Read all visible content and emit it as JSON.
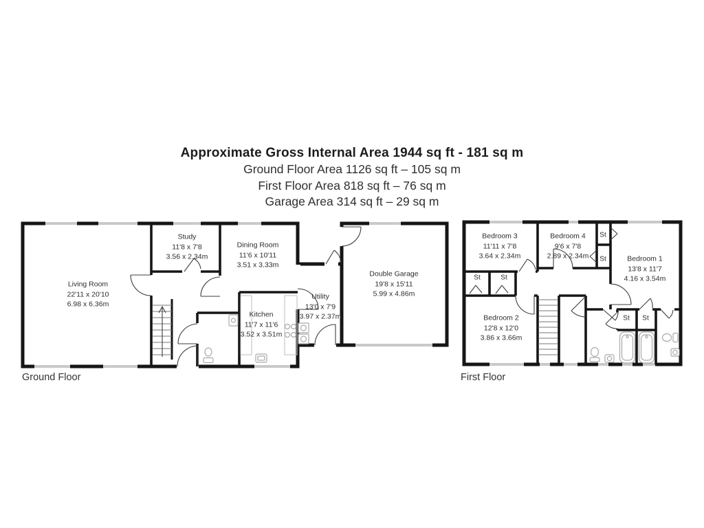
{
  "header": {
    "title": "Approximate Gross Internal Area 1944 sq ft - 181 sq m",
    "lines": [
      "Ground Floor Area 1126 sq ft – 105 sq m",
      "First Floor Area 818 sq ft – 76 sq m",
      "Garage Area 314 sq ft – 29 sq m"
    ]
  },
  "ground_floor": {
    "caption": "Ground Floor",
    "rooms": {
      "living_room": {
        "name": "Living Room",
        "imperial": "22'11 x 20'10",
        "metric": "6.98 x 6.36m"
      },
      "study": {
        "name": "Study",
        "imperial": "11'8 x 7'8",
        "metric": "3.56 x 2.34m"
      },
      "dining_room": {
        "name": "Dining Room",
        "imperial": "11'6 x 10'11",
        "metric": "3.51 x 3.33m"
      },
      "kitchen": {
        "name": "Kitchen",
        "imperial": "11'7 x 11'6",
        "metric": "3.52 x 3.51m"
      },
      "utility": {
        "name": "Utility",
        "imperial": "13'0 x 7'9",
        "metric": "3.97 x 2.37m"
      },
      "double_garage": {
        "name": "Double Garage",
        "imperial": "19'8 x 15'11",
        "metric": "5.99 x 4.86m"
      }
    }
  },
  "first_floor": {
    "caption": "First Floor",
    "closet_label": "St",
    "rooms": {
      "bedroom_1": {
        "name": "Bedroom 1",
        "imperial": "13'8 x 11'7",
        "metric": "4.16 x 3.54m"
      },
      "bedroom_2": {
        "name": "Bedroom 2",
        "imperial": "12'8 x 12'0",
        "metric": "3.86 x 3.66m"
      },
      "bedroom_3": {
        "name": "Bedroom 3",
        "imperial": "11'11 x 7'8",
        "metric": "3.64 x 2.34m"
      },
      "bedroom_4": {
        "name": "Bedroom 4",
        "imperial": "9'6 x 7'8",
        "metric": "2.89 x 2.34m"
      }
    }
  },
  "colors": {
    "wall": "#161616",
    "window_glass": "#c9c9c9",
    "fixture": "#a9a9a9",
    "text": "#2d2d2d"
  }
}
